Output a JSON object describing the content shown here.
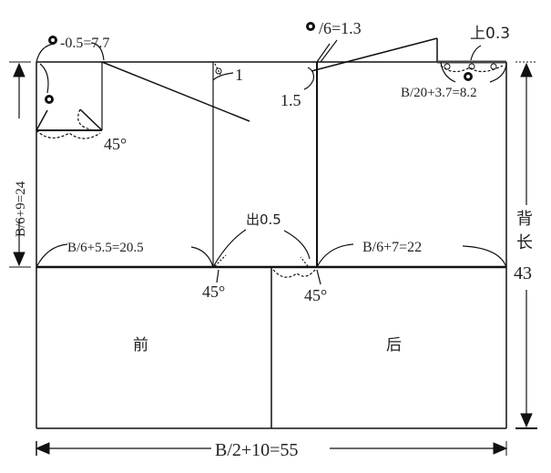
{
  "diagram": {
    "type": "garment-pattern-draft",
    "panels": {
      "front_label": "前",
      "back_label": "后"
    },
    "dimensions": {
      "front_neck_width": "-0.5=7.7",
      "front_shoulder_drop": "1",
      "back_neck_ref": "/6=1.3",
      "back_shoulder_drop": "1.5",
      "back_neck_rise": "上0.3",
      "back_neck_width": "B/20+3.7=8.2",
      "armhole_depth": "B/6+9=24",
      "front_chest_width": "B/6+5.5=20.5",
      "side_seam_extension": "出0.5",
      "back_chest_width": "B/6+7=22",
      "front_armhole_angle": "45°",
      "back_armhole_angle": "45°",
      "front_neck_angle": "45°",
      "back_length_label_1": "背",
      "back_length_label_2": "长",
      "back_length_value": "43",
      "total_width": "B/2+10=55"
    },
    "colors": {
      "line": "#111111",
      "text": "#222222",
      "background": "#ffffff"
    }
  }
}
